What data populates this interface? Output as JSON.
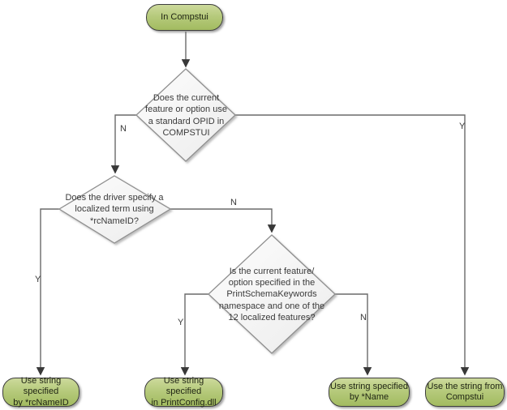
{
  "flowchart": {
    "start": {
      "label": "In Compstui"
    },
    "decisions": {
      "d1": {
        "label": "Does the current\nfeature or option use\na standard OPID in\nCOMPSTUI"
      },
      "d2": {
        "label": "Does the driver specify a\nlocalized term using\n*rcNameID?"
      },
      "d3": {
        "label": "Is the current feature/\noption specified in the\nPrintSchemaKeywords\nnamespace and one of the\n12 localized features?"
      }
    },
    "terminals": {
      "t1": {
        "label": "Use string specified\nby *rcNameID"
      },
      "t2": {
        "label": "Use string specified\nin PrintConfig.dll"
      },
      "t3": {
        "label": "Use string specified\nby *Name"
      },
      "t4": {
        "label": "Use the string from\nCompstui"
      }
    },
    "branches": {
      "d1_no": "N",
      "d1_yes": "Y",
      "d2_yes": "Y",
      "d2_no": "N",
      "d3_yes": "Y",
      "d3_no": "N"
    },
    "colors": {
      "node_fill_top": "#cdda9c",
      "node_fill_bottom": "#a2bb60",
      "node_border": "#3e3e3e",
      "diamond_fill_top": "#fdfdfd",
      "diamond_fill_bottom": "#ececec",
      "diamond_border": "#8f8f8f",
      "connector": "#6a6a6a",
      "arrowhead": "#383838"
    }
  }
}
